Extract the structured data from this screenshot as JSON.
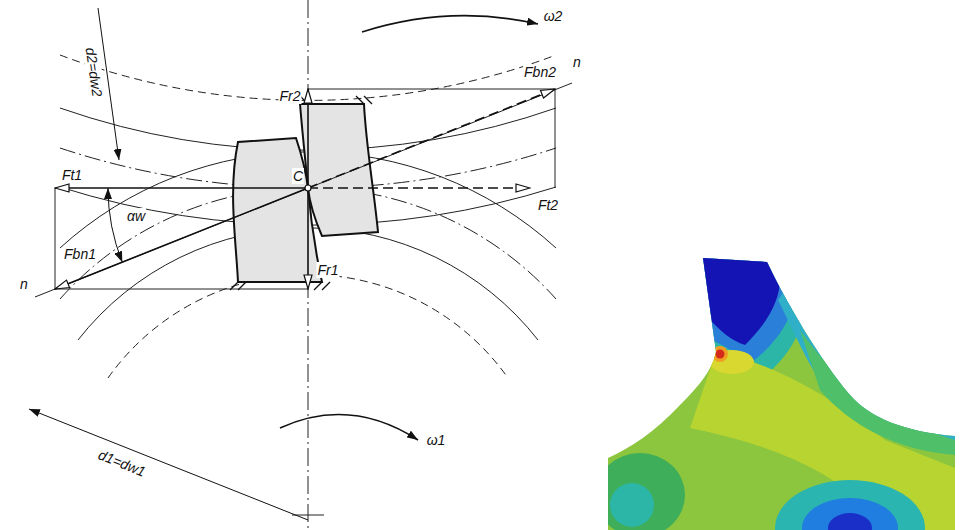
{
  "diagram": {
    "labels": [
      "ω2",
      "d2=dw2",
      "Fr2",
      "n",
      "Fbn2",
      "Ft1",
      "C",
      "Ft2",
      "αw",
      "Fbn1",
      "Fr1",
      "n",
      "d1=dw1",
      "ω1"
    ]
  }
}
